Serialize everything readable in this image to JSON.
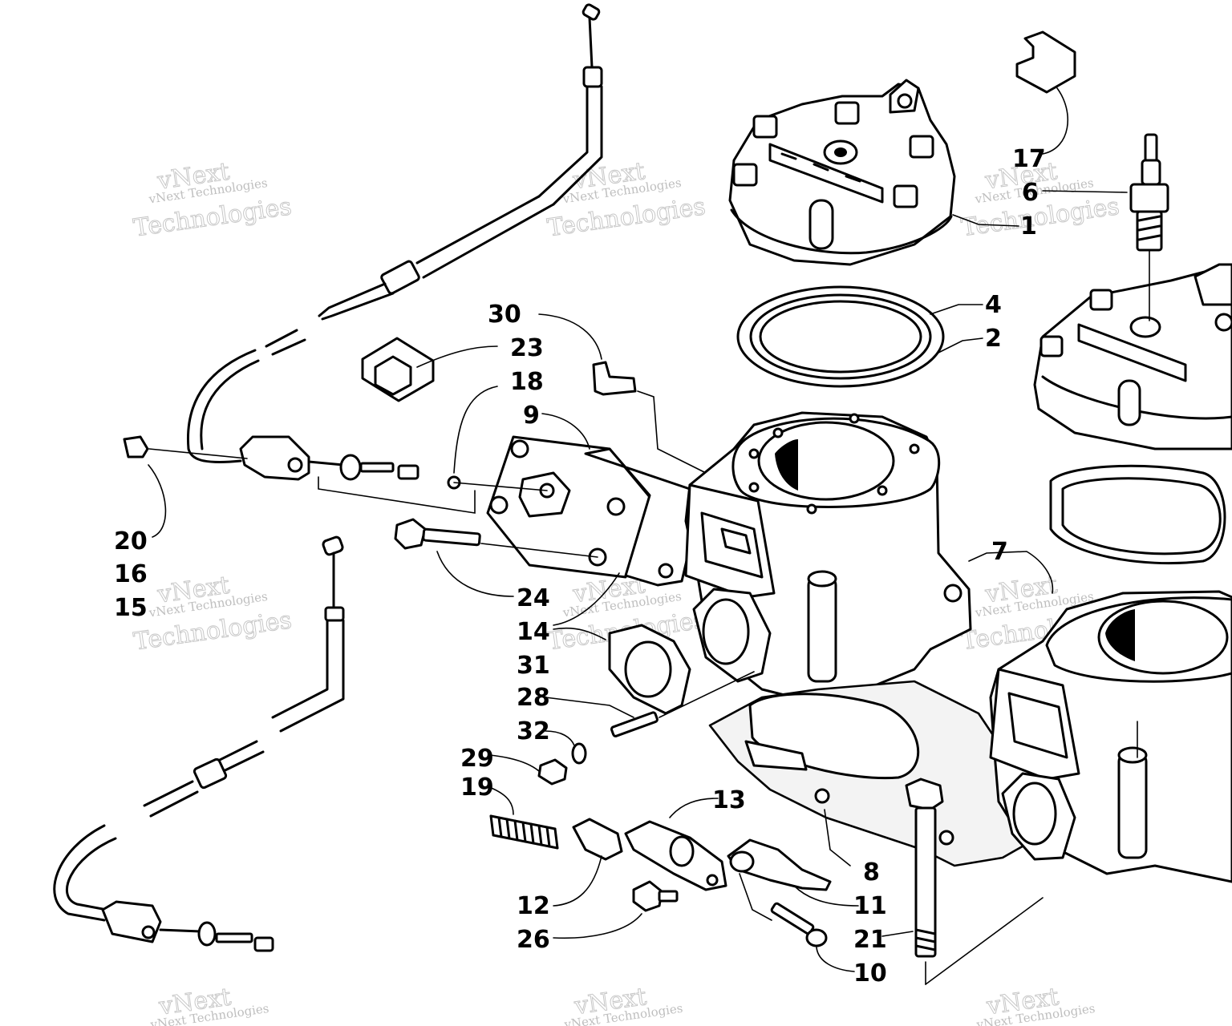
{
  "watermark": {
    "brand": "vNext",
    "brand_rest": "Technologies",
    "line": "vNext Technologies"
  },
  "callouts": {
    "c1": "1",
    "c2": "2",
    "c4": "4",
    "c6": "6",
    "c7": "7",
    "c8": "8",
    "c9": "9",
    "c10": "10",
    "c11": "11",
    "c12": "12",
    "c13": "13",
    "c14": "14",
    "c15": "15",
    "c16": "16",
    "c17": "17",
    "c18": "18",
    "c19": "19",
    "c20": "20",
    "c21": "21",
    "c23": "23",
    "c24": "24",
    "c26": "26",
    "c28": "28",
    "c29": "29",
    "c30": "30",
    "c31": "31",
    "c32": "32"
  }
}
